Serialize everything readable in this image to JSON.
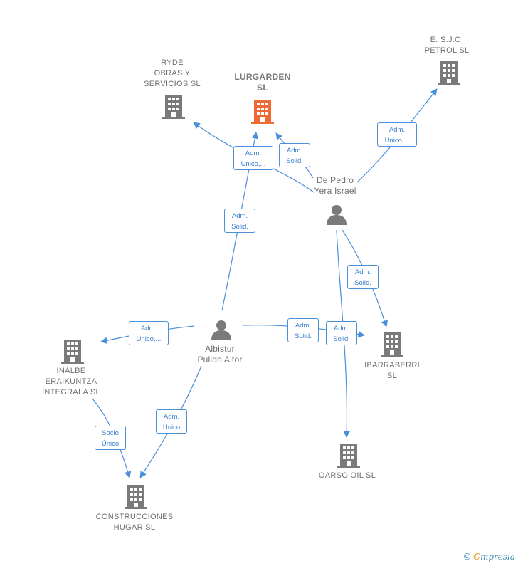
{
  "colors": {
    "edge": "#4a8fd9",
    "company_icon": "#7a7a7a",
    "focus_icon": "#f06a35",
    "person_icon": "#7a7a7a"
  },
  "nodes": {
    "lurgarden": {
      "label": "LURGARDEN\nSL",
      "icon": "building-icon"
    },
    "ryde": {
      "label": "RYDE\nOBRAS Y\nSERVICIOS SL",
      "icon": "building-icon"
    },
    "esjo": {
      "label": "E. S.J.O.\nPETROL  SL",
      "icon": "building-icon"
    },
    "depedro": {
      "label": "De Pedro\nYera Israel",
      "icon": "person-icon"
    },
    "albistur": {
      "label": "Albistur\nPulido Aitor",
      "icon": "person-icon"
    },
    "inalbe": {
      "label": "INALBE\nERAIKUNTZA\nINTEGRALA  SL",
      "icon": "building-icon"
    },
    "ibarraberri": {
      "label": "IBARRABERRI\nSL",
      "icon": "building-icon"
    },
    "oarso": {
      "label": "OARSO OIL  SL",
      "icon": "building-icon"
    },
    "construcciones": {
      "label": "CONSTRUCCIONES\nHUGAR SL",
      "icon": "building-icon"
    }
  },
  "edges": {
    "depedro_ryde": "Adm.\nUnico,...",
    "depedro_lurgarden": "Adm.\nSolid.",
    "depedro_esjo": "Adm.\nUnico,...",
    "albistur_lurgarden": "Adm.\nSolid.",
    "depedro_ibarraberri": "Adm.\nSolid.",
    "albistur_inalbe": "Adm.\nUnico,...",
    "albistur_ibarraberri": "Adm.\nSolid.",
    "depedro_oarso": "Adm.\nSolid.",
    "inalbe_construcciones": "Socio\nÚnico",
    "albistur_construcciones": "Adm.\nUnico"
  },
  "footer": {
    "copyright": "©",
    "brand_first": "C",
    "brand_rest": "mpresia"
  }
}
